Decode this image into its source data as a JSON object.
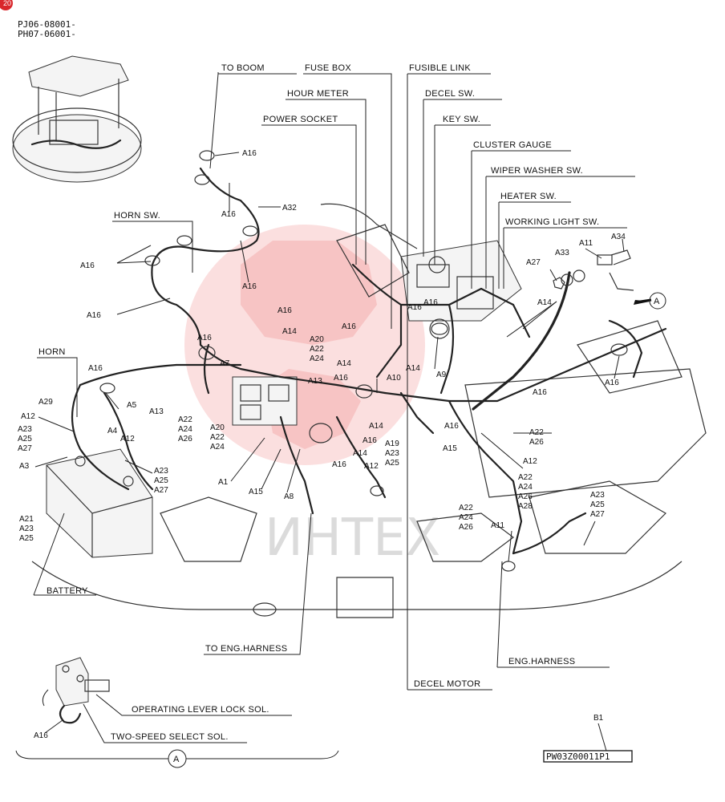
{
  "header": {
    "serial_line1": "PJ06-08001-",
    "serial_line2": "PH07-06001-"
  },
  "corner_badge": "20",
  "top_labels": {
    "to_boom": "TO BOOM",
    "fuse_box": "FUSE BOX",
    "fusible_link": "FUSIBLE LINK",
    "hour_meter": "HOUR METER",
    "decel_sw": "DECEL SW.",
    "power_socket": "POWER SOCKET",
    "key_sw": "KEY SW.",
    "cluster_gauge": "CLUSTER GAUGE",
    "wiper_washer_sw": "WIPER WASHER SW.",
    "heater_sw": "HEATER SW.",
    "working_light_sw": "WORKING LIGHT SW.",
    "horn_sw": "HORN SW.",
    "horn": "HORN"
  },
  "bottom_labels": {
    "battery": "BATTERY",
    "to_eng_harness": "TO ENG.HARNESS",
    "eng_harness": "ENG.HARNESS",
    "decel_motor": "DECEL MOTOR",
    "operating_lever_lock_sol": "OPERATING LEVER LOCK SOL.",
    "two_speed_select_sol": "TWO-SPEED SELECT SOL."
  },
  "detail_marker": "A",
  "drawing_ref": "B1",
  "part_number": "PW03Z00011P1",
  "watermark": "ИНТЕХ",
  "callouts": {
    "a16_boom_top": "A16",
    "a16_boom_mid": "A16",
    "a32": "A32",
    "a16_horn_sw_1": "A16",
    "a16_horn_sw_2": "A16",
    "a16_horn_sw_3": "A16",
    "a16_center_1": "A16",
    "a14_center_1": "A14",
    "a20_1": "A20",
    "a22_1": "A22",
    "a24_1": "A24",
    "a16_center_2": "A16",
    "a7": "A7",
    "a16_fuse": "A16",
    "a14_fuse": "A14",
    "a16_fuse_2": "A16",
    "a14_fuse_2": "A14",
    "a10": "A10",
    "a13_1": "A13",
    "a16_mid": "A16",
    "a9": "A9",
    "a16_key": "A16",
    "a14_key": "A14",
    "a16_right": "A16",
    "a27_top": "A27",
    "a33": "A33",
    "a11_top": "A11",
    "a34": "A34",
    "a16_far_right": "A16",
    "a16_horn": "A16",
    "a29": "A29",
    "a12_left": "A12",
    "a23_left": "A23",
    "a25_left": "A25",
    "a27_left": "A27",
    "a3": "A3",
    "a5": "A5",
    "a4": "A4",
    "a13_2": "A13",
    "a12_mid": "A12",
    "a22_2": "A22",
    "a24_2": "A24",
    "a26_2": "A26",
    "a20_3": "A20",
    "a22_3": "A22",
    "a24_3": "A24",
    "a23_b": "A23",
    "a25_b": "A25",
    "a27_b": "A27",
    "a1": "A1",
    "a15_1": "A15",
    "a8": "A8",
    "a14_low": "A14",
    "a16_low": "A16",
    "a16_low_2": "A16",
    "a14_low_2": "A14",
    "a19": "A19",
    "a23_c": "A23",
    "a25_c": "A25",
    "a12_c": "A12",
    "a15_2": "A15",
    "a16_r2": "A16",
    "a22_r": "A22",
    "a26_r": "A26",
    "a12_r": "A12",
    "a22_r2": "A22",
    "a24_r2": "A24",
    "a26_r2": "A26",
    "a28": "A28",
    "a21": "A21",
    "a23_bat": "A23",
    "a25_bat": "A25",
    "a22_e": "A22",
    "a24_e": "A24",
    "a26_e": "A26",
    "a11_e": "A11",
    "a23_e": "A23",
    "a25_e": "A25",
    "a27_e": "A27",
    "a16_detail": "A16"
  }
}
